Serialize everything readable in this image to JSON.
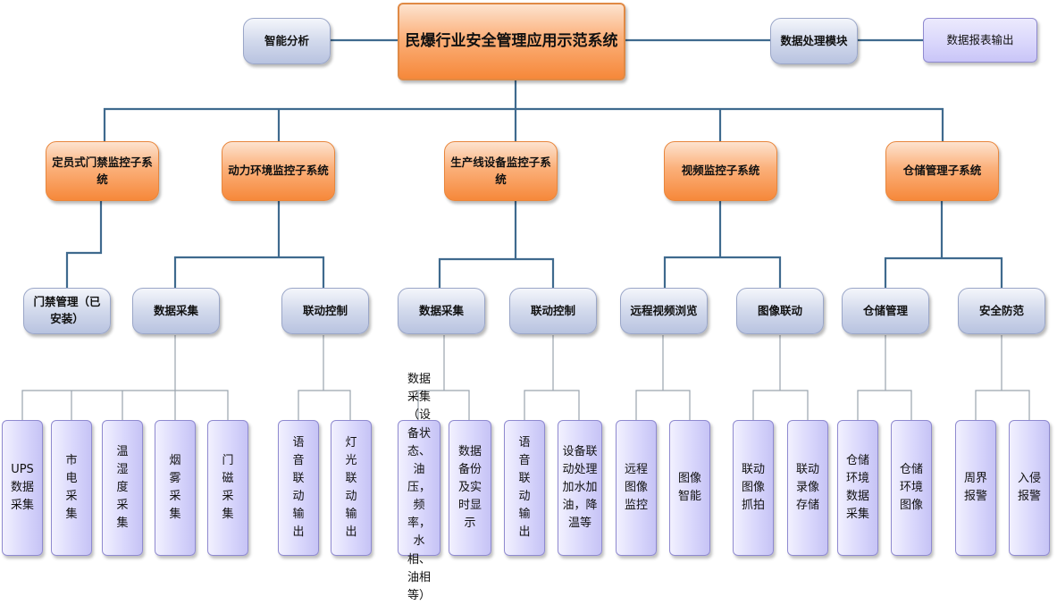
{
  "root": "民爆行业安全管理应用示范系统",
  "top_left": "智能分析",
  "top_right": "数据处理模块",
  "top_far_right": "数据报表输出",
  "subsystems": [
    "定员式门禁监控子系统",
    "动力环境监控子系统",
    "生产线设备监控子系统",
    "视频监控子系统",
    "仓储管理子系统"
  ],
  "modules": [
    "门禁管理（已安装）",
    "数据采集",
    "联动控制",
    "数据采集",
    "联动控制",
    "远程视频浏览",
    "图像联动",
    "仓储管理",
    "安全防范"
  ],
  "leaves": [
    "UPS数据采集",
    "市电采集",
    "温湿度采集",
    "烟雾采集",
    "门磁采集",
    "语音联动输出",
    "灯光联动输出",
    "数据采集（设备状态、油压，频率，水相、油相等）",
    "数据备份及实时显示",
    "语音联动输出",
    "设备联动处理加水加油，降温等",
    "远程图像监控",
    "图像智能",
    "联动图像抓拍",
    "联动录像存储",
    "仓储环境数据采集",
    "仓储环境图像",
    "周界报警",
    "入侵报警"
  ],
  "colors": {
    "line": "#3f6a8e",
    "orange": "#f6883a",
    "blue": "#b8c3e0",
    "lavender": "#d8d5fb"
  }
}
